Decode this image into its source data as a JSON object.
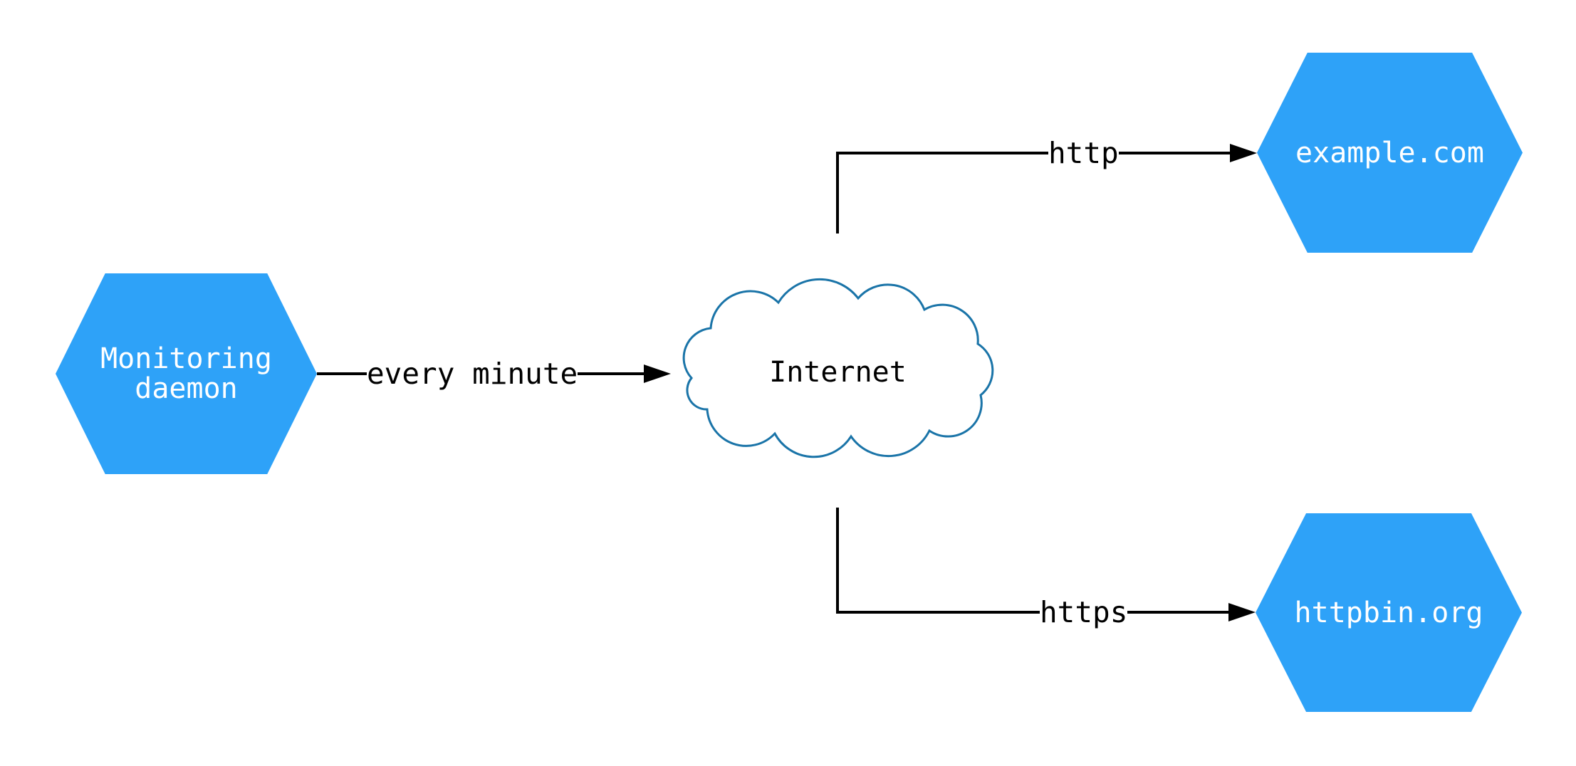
{
  "diagram": {
    "colors": {
      "node_fill": "#2EA2F8",
      "node_text": "#FFFFFF",
      "cloud_stroke": "#1A74A8",
      "cloud_fill": "#FFFFFF",
      "edge_color": "#000000",
      "label_color": "#000000",
      "background": "#FFFFFF"
    },
    "nodes": {
      "monitoring_daemon": {
        "shape": "hexagon",
        "label_line1": "Monitoring",
        "label_line2": "daemon"
      },
      "internet": {
        "shape": "cloud",
        "label": "Internet"
      },
      "example_com": {
        "shape": "hexagon",
        "label": "example.com"
      },
      "httpbin_org": {
        "shape": "hexagon",
        "label": "httpbin.org"
      }
    },
    "edges": [
      {
        "from": "monitoring_daemon",
        "to": "internet",
        "label": "every minute"
      },
      {
        "from": "internet",
        "to": "example_com",
        "label": "http"
      },
      {
        "from": "internet",
        "to": "httpbin_org",
        "label": "https"
      }
    ]
  }
}
